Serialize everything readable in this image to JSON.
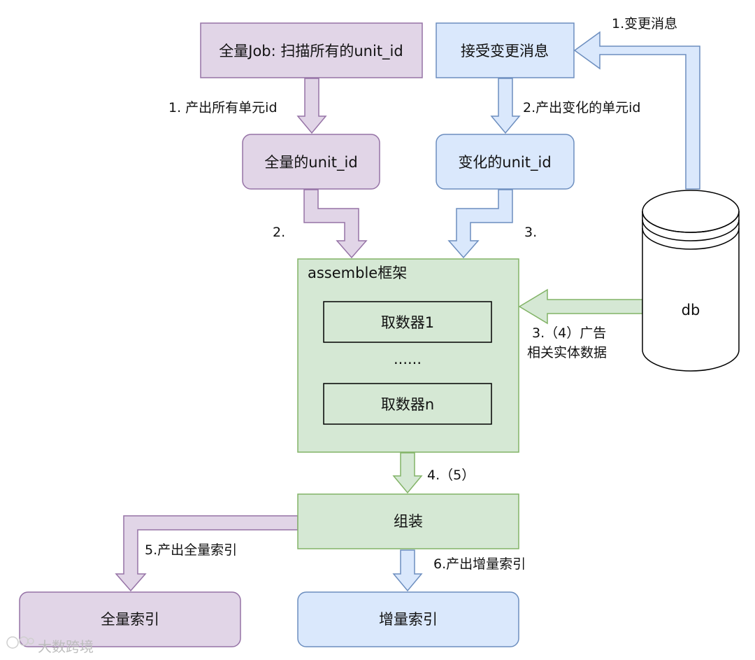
{
  "colors": {
    "purple_fill": "#e1d5e7",
    "purple_stroke": "#9673a6",
    "blue_fill": "#dae8fc",
    "blue_stroke": "#6c8ebf",
    "green_fill": "#d5e8d4",
    "green_stroke": "#82b366",
    "db_fill": "#ffffff",
    "db_stroke": "#000000",
    "text": "#111111"
  },
  "nodes": {
    "full_job": "全量Job: 扫描所有的unit_id",
    "receive_change": "接受变更消息",
    "full_unit_id": "全量的unit_id",
    "changed_unit_id": "变化的unit_id",
    "assemble_frame": "assemble框架",
    "fetcher_1": "取数器1",
    "fetcher_ellipsis": "......",
    "fetcher_n": "取数器n",
    "db": "db",
    "assemble": "组装",
    "full_index": "全量索引",
    "incremental_index": "增量索引"
  },
  "edges": {
    "change_msg": "1.变更消息",
    "output_all_units": "1. 产出所有单元id",
    "output_changed_units": "2.产出变化的单元id",
    "step_2": "2.",
    "step_3": "3.",
    "ad_data_line1": "3.（4）广告",
    "ad_data_line2": "相关实体数据",
    "step_4_5": "4.（5）",
    "output_full_index": "5.产出全量索引",
    "output_incremental_index": "6.产出增量索引"
  },
  "watermark": {
    "text": "大数跨境"
  }
}
